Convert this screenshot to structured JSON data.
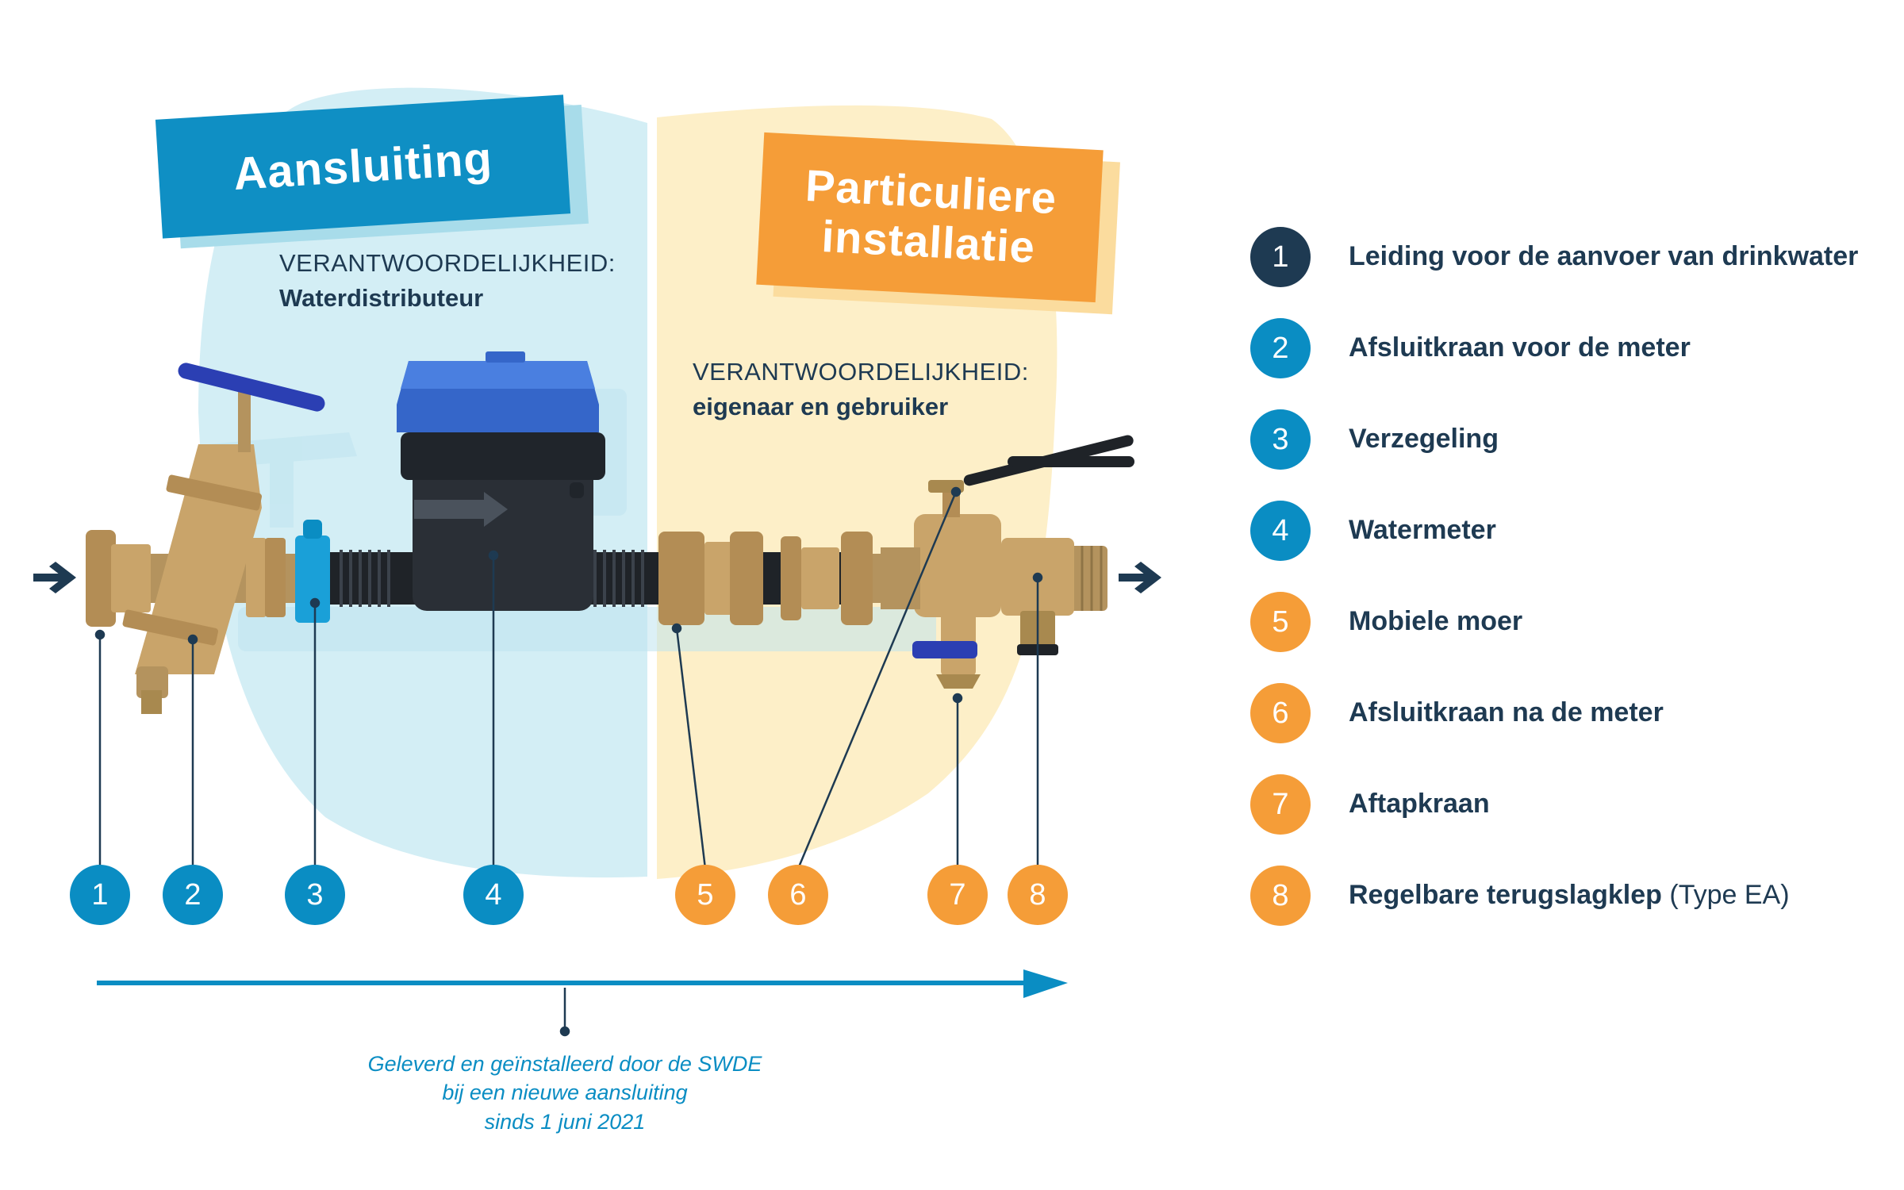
{
  "left_zone": {
    "title": "Aansluiting",
    "responsibility_label": "VERANTWOORDELIJKHEID:",
    "responsibility_value": "Waterdistributeur"
  },
  "right_zone": {
    "title": "Particuliere installatie",
    "responsibility_label": "VERANTWOORDELIJKHEID:",
    "responsibility_value": "eigenaar en gebruiker"
  },
  "markers": [
    {
      "number": "1",
      "color": "blue"
    },
    {
      "number": "2",
      "color": "blue"
    },
    {
      "number": "3",
      "color": "blue"
    },
    {
      "number": "4",
      "color": "blue"
    },
    {
      "number": "5",
      "color": "orange"
    },
    {
      "number": "6",
      "color": "orange"
    },
    {
      "number": "7",
      "color": "orange"
    },
    {
      "number": "8",
      "color": "orange"
    }
  ],
  "legend": [
    {
      "number": "1",
      "color": "dark",
      "label": "Leiding voor de aanvoer van drinkwater",
      "note": ""
    },
    {
      "number": "2",
      "color": "blue",
      "label": "Afsluitkraan voor de meter",
      "note": ""
    },
    {
      "number": "3",
      "color": "blue",
      "label": "Verzegeling",
      "note": ""
    },
    {
      "number": "4",
      "color": "blue",
      "label": "Watermeter",
      "note": ""
    },
    {
      "number": "5",
      "color": "orange",
      "label": "Mobiele moer",
      "note": ""
    },
    {
      "number": "6",
      "color": "orange",
      "label": "Afsluitkraan na de meter",
      "note": ""
    },
    {
      "number": "7",
      "color": "orange",
      "label": "Aftapkraan",
      "note": ""
    },
    {
      "number": "8",
      "color": "orange",
      "label": "Regelbare terugslagklep",
      "note": "(Type EA)"
    }
  ],
  "footnote": {
    "line1": "Geleverd en geïnstalleerd door de SWDE",
    "line2": "bij een nieuwe aansluiting",
    "line3": "sinds 1 juni 2021"
  },
  "colors": {
    "blue": "#0a8dc3",
    "orange": "#f59d38",
    "dark": "#1e3a52",
    "blue_zone": "#d3eef5",
    "orange_zone": "#fdefc8",
    "brass": "#c9a46a",
    "meter_body": "#2a2f36",
    "meter_cap": "#3566c9"
  },
  "icons": {
    "flow_arrow": "arrow-right-icon",
    "shutoff_valve": "gate-valve-icon",
    "seal": "seal-icon",
    "meter": "water-meter-icon",
    "nut": "union-nut-icon",
    "ball_valve": "ball-valve-icon",
    "drain_tap": "drain-tap-icon",
    "check_valve": "check-valve-icon"
  }
}
